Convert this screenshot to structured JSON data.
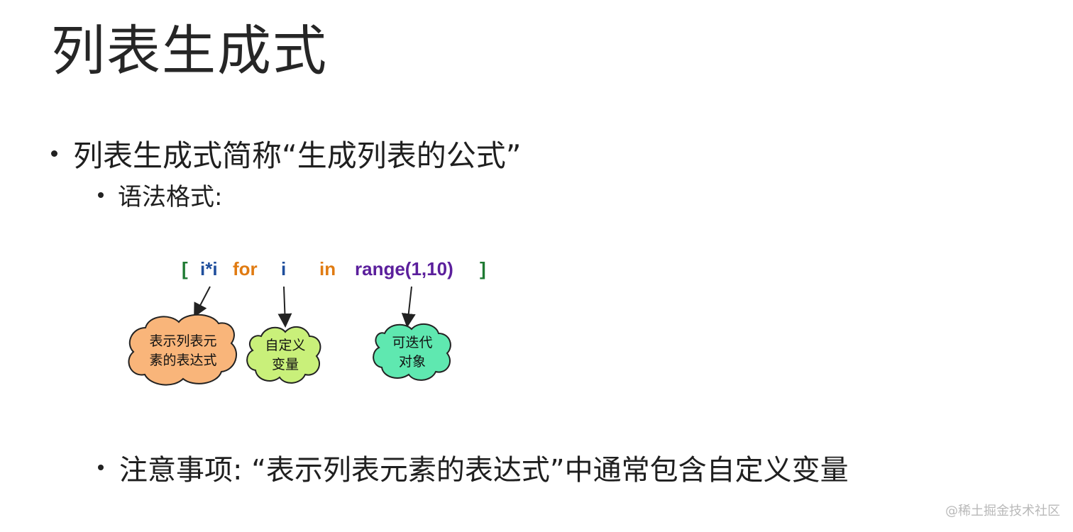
{
  "slide": {
    "title": "列表生成式",
    "bullets": [
      "列表生成式简称“生成列表的公式”",
      "语法格式:",
      "注意事项: “表示列表元素的表达式”中通常包含自定义变量"
    ]
  },
  "syntax": {
    "tokens": [
      {
        "text": "[",
        "color": "#1e7a32"
      },
      {
        "text": "i*i",
        "color": "#1f4e9c"
      },
      {
        "text": "for",
        "color": "#e07b12"
      },
      {
        "text": "i",
        "color": "#1f4e9c"
      },
      {
        "text": "in",
        "color": "#e07b12"
      },
      {
        "text": "range(1,10)",
        "color": "#5b1f9c"
      },
      {
        "text": "]",
        "color": "#1e7a32"
      }
    ]
  },
  "callouts": [
    {
      "line1": "表示列表元",
      "line2": "素的表达式",
      "color": "#f9b57a"
    },
    {
      "line1": "自定义",
      "line2": "变量",
      "color": "#c9f07a"
    },
    {
      "line1": "可迭代",
      "line2": "对象",
      "color": "#5fe8b0"
    }
  ],
  "watermark": "@稀土掘金技术社区"
}
